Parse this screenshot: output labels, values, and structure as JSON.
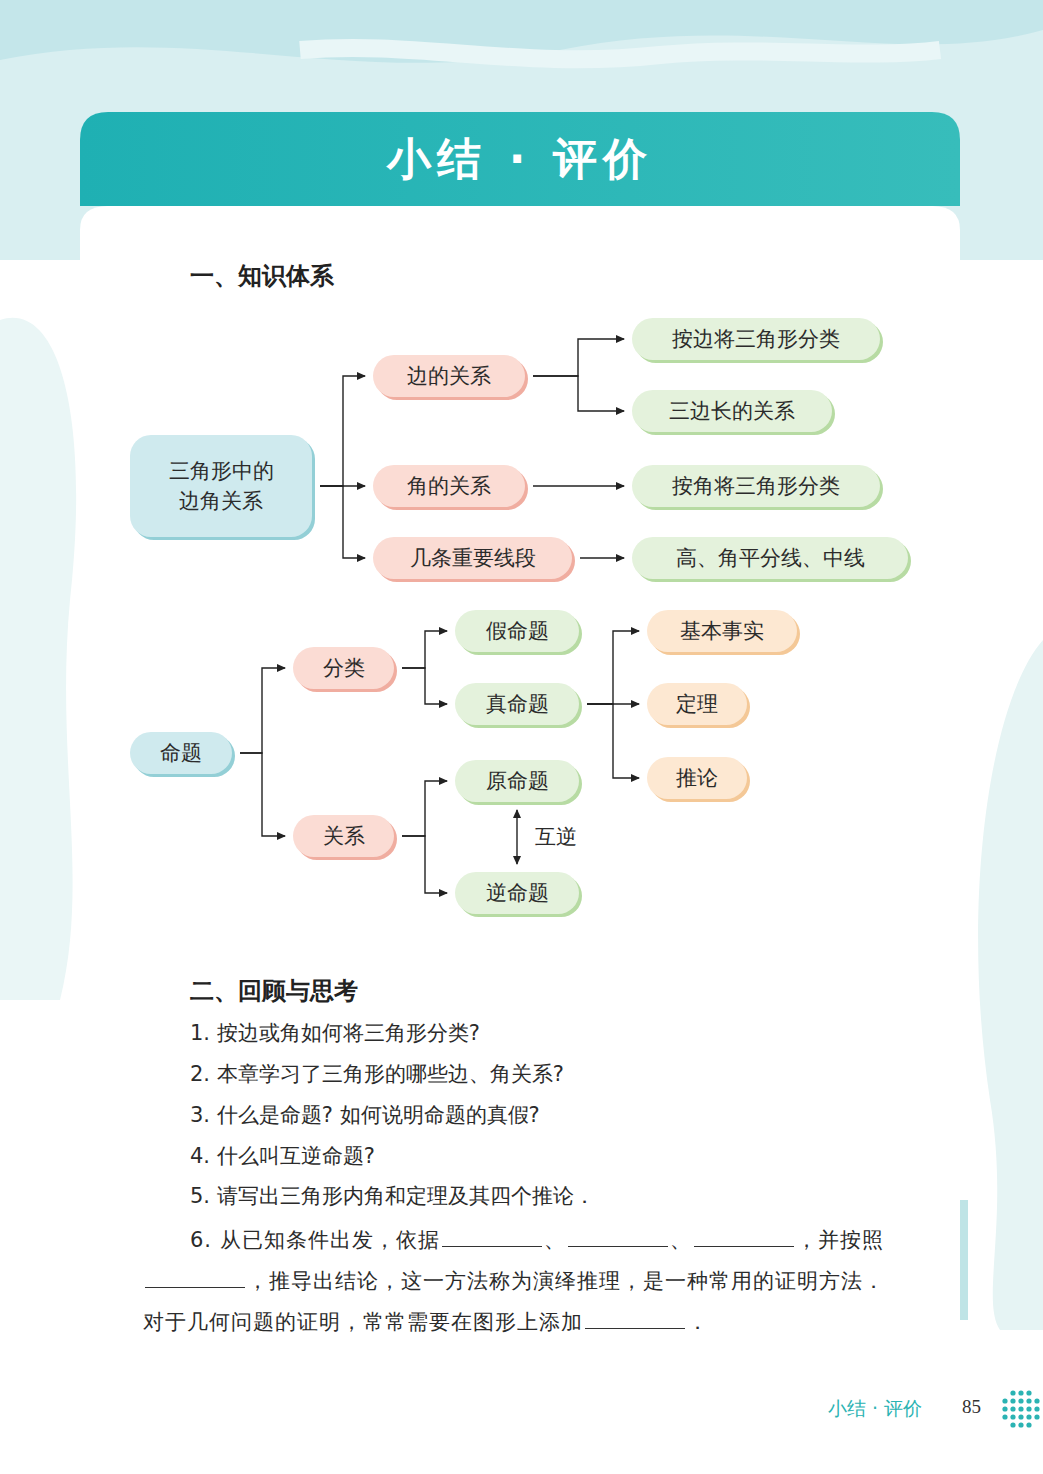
{
  "diagram": {
    "title": "小结 · 评价",
    "nodes": [
      {
        "text": [
          "三角形中的 边角关系"
        ]
      },
      {
        "text": [
          "边的关系"
        ]
      },
      {
        "text": [
          "按边将三角形分类"
        ]
      },
      {
        "text": [
          "三边长的关系"
        ]
      },
      {
        "text": [
          "角的关系"
        ]
      },
      {
        "text": [
          "按角将三角形分类"
        ]
      },
      {
        "text": [
          "几条重要线段"
        ]
      },
      {
        "text": [
          "高、角平分线、中线"
        ]
      },
      {
        "text": [
          "命题"
        ]
      },
      {
        "text": [
          "分类"
        ]
      },
      {
        "text": [
          "假命题"
        ]
      },
      {
        "text": [
          "真命题"
        ]
      },
      {
        "text": [
          "基本事实"
        ]
      },
      {
        "text": [
          "定理"
        ]
      },
      {
        "text": [
          "推论"
        ]
      },
      {
        "text": [
          "关系"
        ]
      },
      {
        "text": [
          "原命题"
        ]
      },
      {
        "text": [
          "逆命题"
        ]
      }
    ],
    "edges": [
      {
        "from": 0,
        "to": 1,
        "arrow": "to"
      },
      {
        "from": 0,
        "to": 4,
        "arrow": "to"
      },
      {
        "from": 0,
        "to": 6,
        "arrow": "to"
      },
      {
        "from": 1,
        "to": 2,
        "arrow": "to"
      },
      {
        "from": 1,
        "to": 3,
        "arrow": "to"
      },
      {
        "from": 4,
        "to": 5,
        "arrow": "to"
      },
      {
        "from": 6,
        "to": 7,
        "arrow": "to"
      },
      {
        "from": 8,
        "to": 9,
        "arrow": "to"
      },
      {
        "from": 8,
        "to": 15,
        "arrow": "to"
      },
      {
        "from": 9,
        "to": 10,
        "arrow": "to"
      },
      {
        "from": 9,
        "to": 11,
        "arrow": "to"
      },
      {
        "from": 11,
        "to": 12,
        "arrow": "to"
      },
      {
        "from": 11,
        "to": 13,
        "arrow": "to"
      },
      {
        "from": 11,
        "to": 14,
        "arrow": "to"
      },
      {
        "from": 15,
        "to": 16,
        "arrow": "to"
      },
      {
        "from": 15,
        "to": 17,
        "arrow": "to"
      },
      {
        "from": 16,
        "to": 17,
        "label": "互逆",
        "arrow": "both"
      }
    ],
    "labels": [
      "一、知识体系",
      "二、回顾与思考",
      "1. 按边或角如何将三角形分类?",
      "2. 本章学习了三角形的哪些边、角关系?",
      "3. 什么是命题? 如何说明命题的真假?",
      "4. 什么叫互逆命题?",
      "5. 请写出三角形内角和定理及其四个推论．",
      "6.",
      "从已知条件出发，依据",
      "、",
      "、",
      "，并按照",
      "，推导出结论，这一方法称为演绎推理，是一种常用的证明方法．",
      "对于几何问题的证明，常常需要在图形上添加",
      "．",
      "小结 · 评价",
      "85"
    ]
  }
}
